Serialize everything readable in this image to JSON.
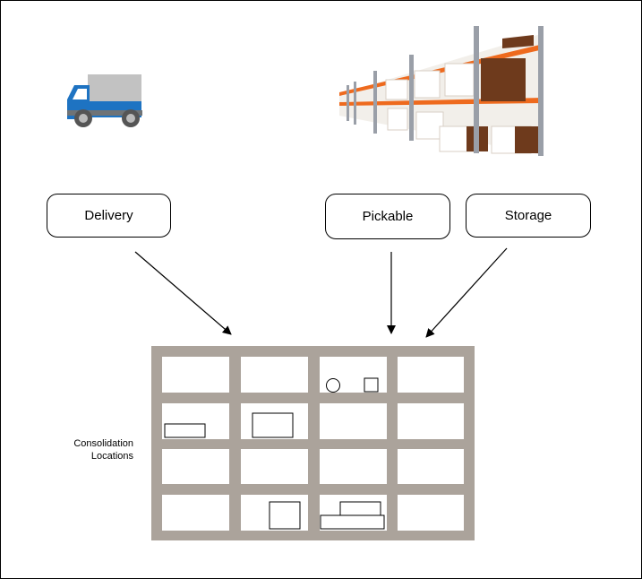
{
  "nodes": {
    "delivery": "Delivery",
    "pickable": "Pickable",
    "storage": "Storage"
  },
  "caption": {
    "line1": "Consolidation",
    "line2": "Locations"
  },
  "colors": {
    "rack_frame": "#aba39b",
    "truck_body": "#1e73c2",
    "truck_cargo": "#c2c2c2",
    "shelf_orange": "#ee6a1e",
    "box_brown": "#6e3a1c"
  },
  "icons": [
    "truck-icon",
    "warehouse-shelves-icon"
  ]
}
